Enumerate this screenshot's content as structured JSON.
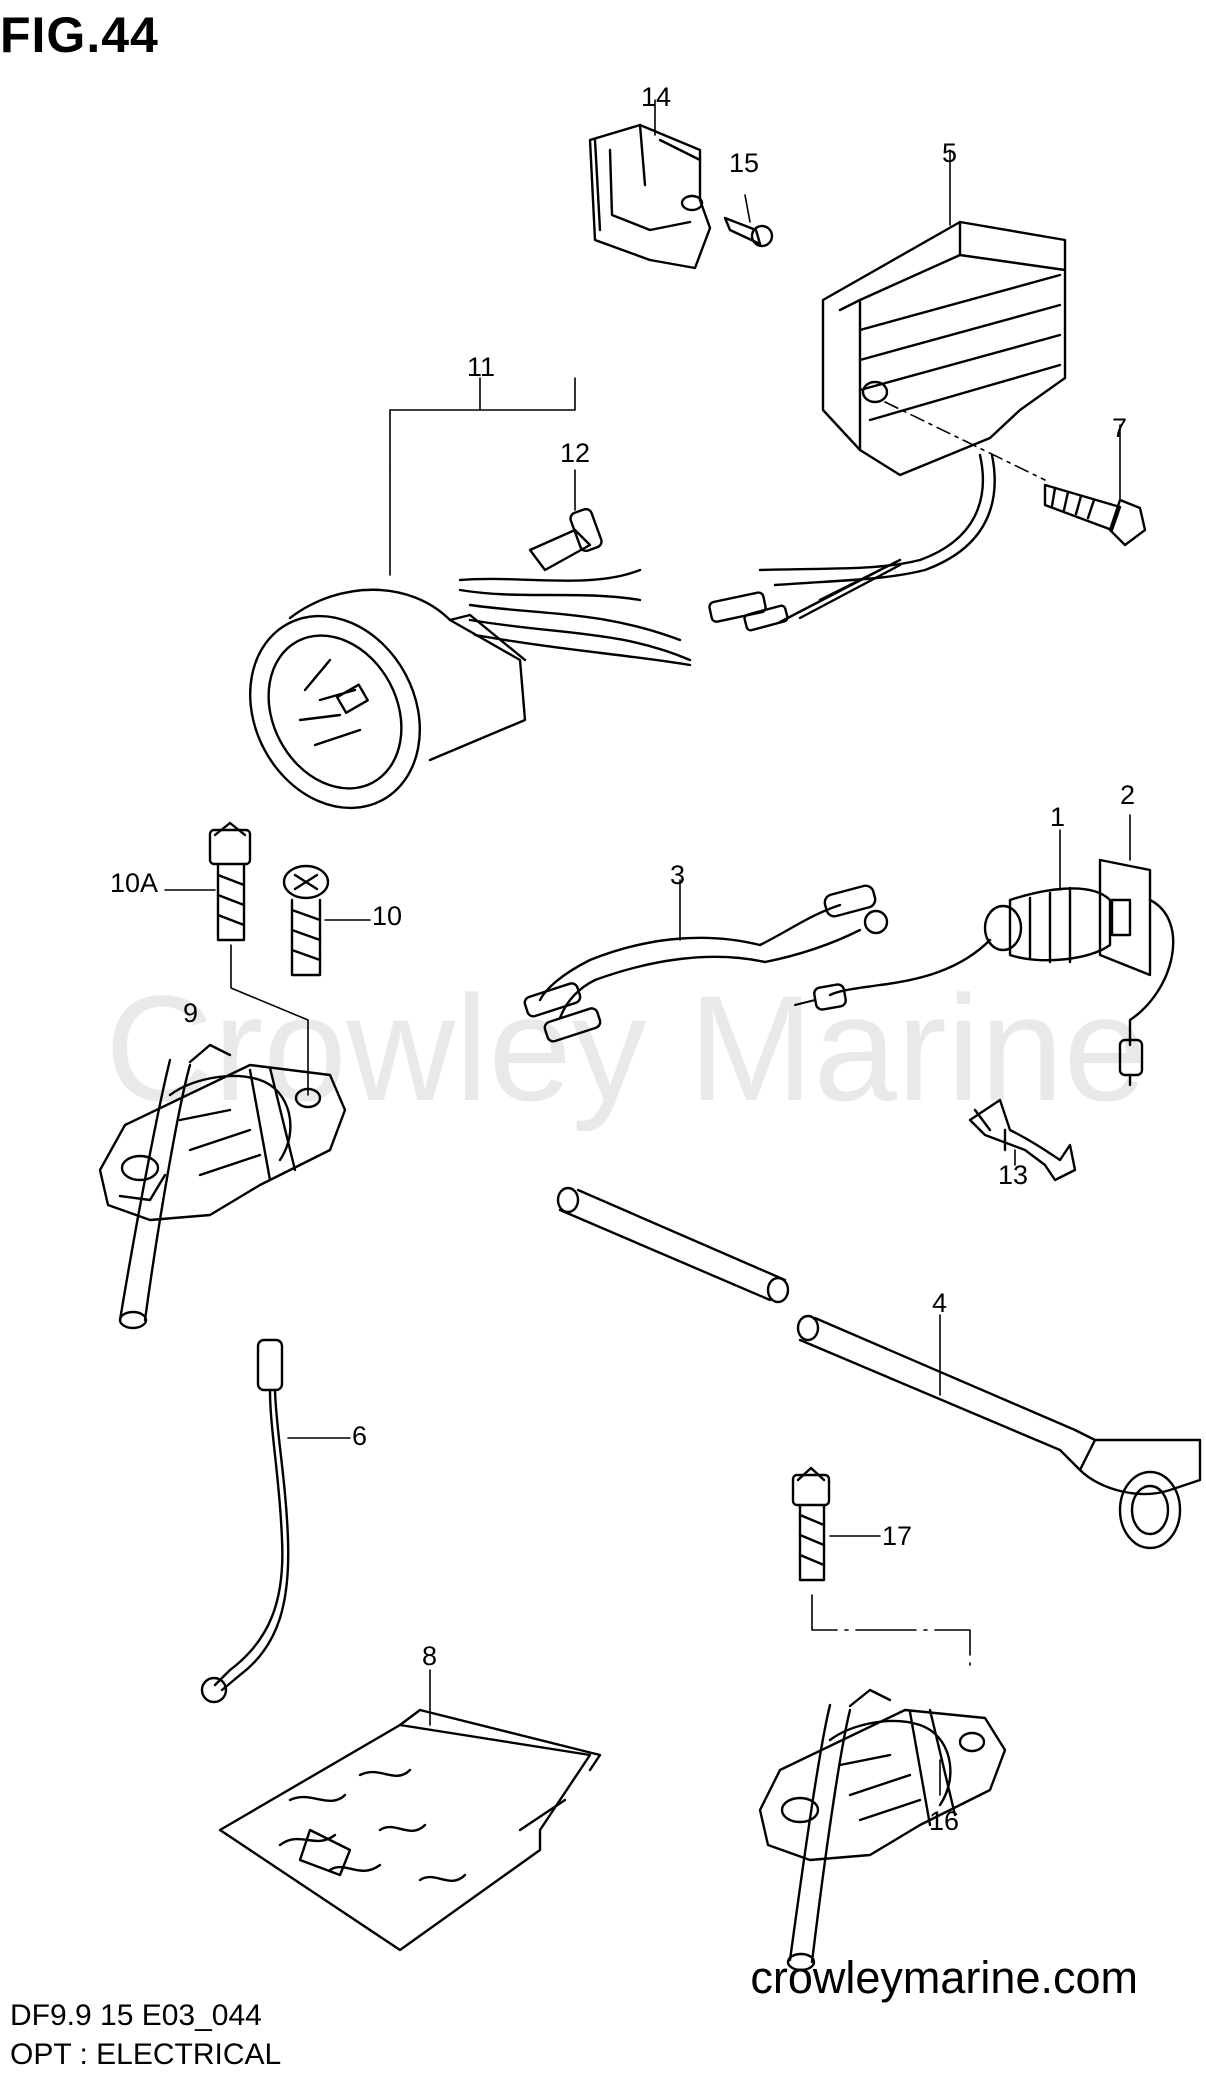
{
  "figure": {
    "title": "FIG.44",
    "code": "DF9.9 15 E03_044",
    "caption": "OPT : ELECTRICAL",
    "watermark": "Crowley Marine",
    "site": "crowleymarine.com"
  },
  "callouts": [
    "14",
    "15",
    "5",
    "11",
    "12",
    "7",
    "10A",
    "10",
    "3",
    "1",
    "2",
    "9",
    "13",
    "4",
    "6",
    "17",
    "8",
    "16"
  ],
  "colors": {
    "ink": "#000000",
    "watermark": "#e9e9e9",
    "background": "#ffffff"
  }
}
